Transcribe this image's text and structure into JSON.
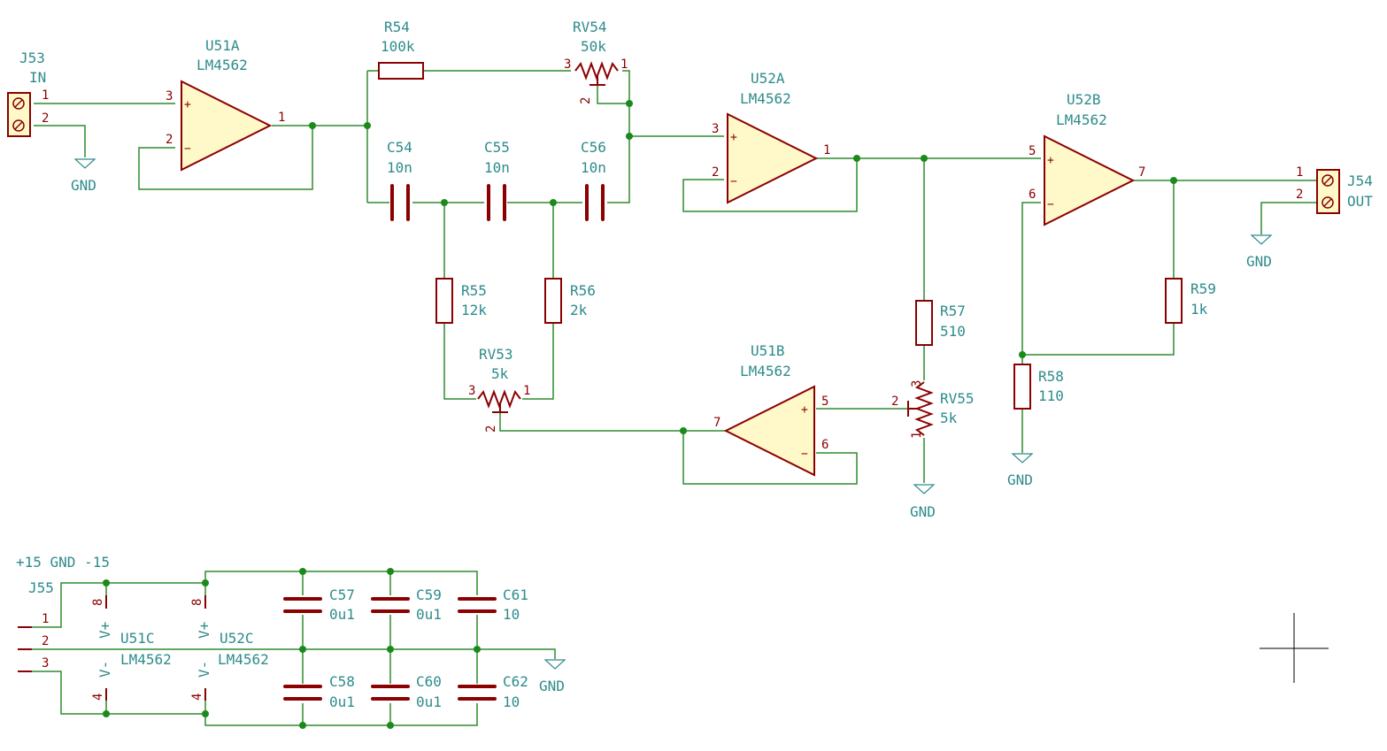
{
  "components": {
    "J53": {
      "ref": "J53",
      "value": "IN"
    },
    "J54": {
      "ref": "J54",
      "value": "OUT"
    },
    "J55": {
      "ref": "J55",
      "value": "+15 GND -15"
    },
    "U51A": {
      "ref": "U51A",
      "value": "LM4562"
    },
    "U51B": {
      "ref": "U51B",
      "value": "LM4562"
    },
    "U51C": {
      "ref": "U51C",
      "value": "LM4562"
    },
    "U52A": {
      "ref": "U52A",
      "value": "LM4562"
    },
    "U52B": {
      "ref": "U52B",
      "value": "LM4562"
    },
    "U52C": {
      "ref": "U52C",
      "value": "LM4562"
    },
    "R54": {
      "ref": "R54",
      "value": "100k"
    },
    "R55": {
      "ref": "R55",
      "value": "12k"
    },
    "R56": {
      "ref": "R56",
      "value": "2k"
    },
    "R57": {
      "ref": "R57",
      "value": "510"
    },
    "R58": {
      "ref": "R58",
      "value": "110"
    },
    "R59": {
      "ref": "R59",
      "value": "1k"
    },
    "RV53": {
      "ref": "RV53",
      "value": "5k"
    },
    "RV54": {
      "ref": "RV54",
      "value": "50k"
    },
    "RV55": {
      "ref": "RV55",
      "value": "5k"
    },
    "C54": {
      "ref": "C54",
      "value": "10n"
    },
    "C55": {
      "ref": "C55",
      "value": "10n"
    },
    "C56": {
      "ref": "C56",
      "value": "10n"
    },
    "C57": {
      "ref": "C57",
      "value": "0u1"
    },
    "C58": {
      "ref": "C58",
      "value": "0u1"
    },
    "C59": {
      "ref": "C59",
      "value": "0u1"
    },
    "C60": {
      "ref": "C60",
      "value": "0u1"
    },
    "C61": {
      "ref": "C61",
      "value": "10"
    },
    "C62": {
      "ref": "C62",
      "value": "10"
    }
  },
  "power": {
    "gnd": "GND",
    "vplus": "V+",
    "vminus": "V-"
  },
  "opamp_pins": {
    "plus": "+",
    "minus": "−"
  },
  "pins": {
    "p1": "1",
    "p2": "2",
    "p3": "3",
    "p4": "4",
    "p5": "5",
    "p6": "6",
    "p7": "7",
    "p8": "8"
  },
  "colors": {
    "wire": "#2e8b2e",
    "component": "#8b0000",
    "component_fill": "#fff8c8",
    "label": "#2e8b8b",
    "junction": "#1a8a1a"
  }
}
